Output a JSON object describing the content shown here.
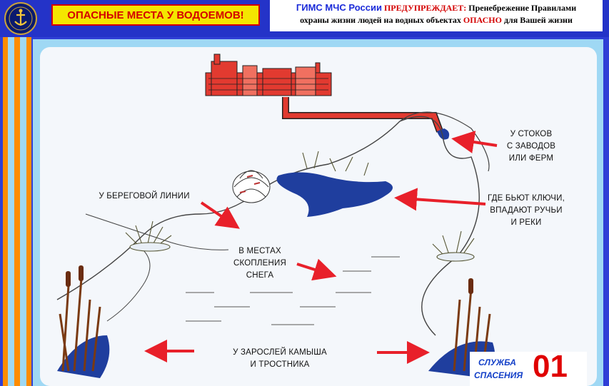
{
  "header": {
    "title": "ОПАСНЫЕ МЕСТА У ВОДОЕМОВ!",
    "org": "ГИМС МЧС России",
    "warns": "ПРЕДУПРЕЖДАЕТ:",
    "line1_rest": "Пренебрежение Правилами",
    "line2_a": "охраны жизни людей на водных объектах",
    "line2_danger": "ОПАСНО",
    "line2_b": "для Вашей жизни"
  },
  "labels": {
    "drains": [
      "У СТОКОВ",
      "С ЗАВОДОВ",
      "ИЛИ ФЕРМ"
    ],
    "shore": "У БЕРЕГОВОЙ ЛИНИИ",
    "springs": [
      "ГДЕ БЬЮТ КЛЮЧИ,",
      "ВПАДАЮТ РУЧЬИ",
      "И РЕКИ"
    ],
    "snow": [
      "В МЕСТАХ",
      "СКОПЛЕНИЯ",
      "СНЕГА"
    ],
    "reeds": [
      "У ЗАРОСЛЕЙ КАМЫША",
      "И ТРОСТНИКА"
    ]
  },
  "rescue": {
    "word1": "СЛУЖБА",
    "word2": "СПАСЕНИЯ",
    "number": "01"
  },
  "colors": {
    "stripes": [
      "#ff8c00",
      "#9fd8f4",
      "#ff8c00",
      "#9fd8f4",
      "#ff8c00"
    ],
    "frame_blue": "#2433c8",
    "title_yellow": "#f4e600",
    "danger_red": "#d40000",
    "water": "#1f3e9e",
    "arrow_red": "#e8202a"
  }
}
